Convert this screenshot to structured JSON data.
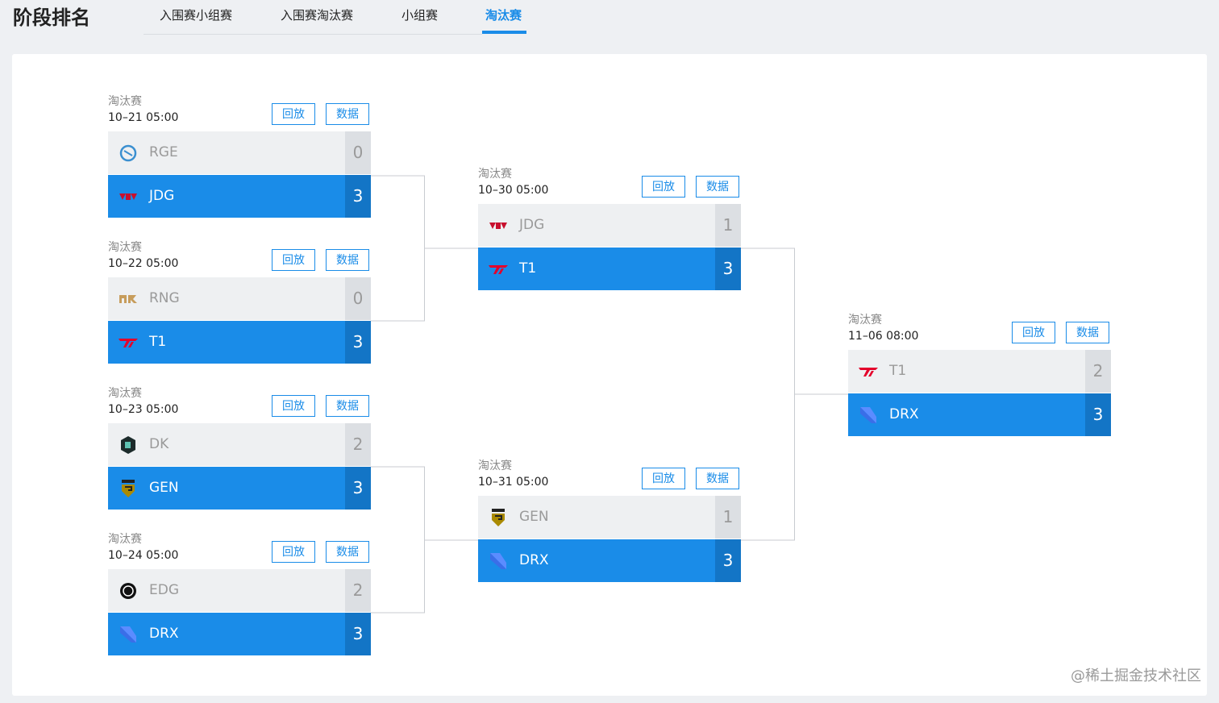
{
  "header": {
    "title": "阶段排名",
    "tabs": [
      {
        "label": "入围赛小组赛",
        "active": false
      },
      {
        "label": "入围赛淘汰赛",
        "active": false
      },
      {
        "label": "小组赛",
        "active": false
      },
      {
        "label": "淘汰赛",
        "active": true
      }
    ]
  },
  "bracket": {
    "buttons": {
      "replay": "回放",
      "data": "数据"
    },
    "matches": [
      {
        "stage": "淘汰赛",
        "time": "10–21 05:00",
        "teams": [
          {
            "name": "RGE",
            "score": "0",
            "logo": "rge-logo"
          },
          {
            "name": "JDG",
            "score": "3",
            "logo": "jdg-logo"
          }
        ]
      },
      {
        "stage": "淘汰赛",
        "time": "10–22 05:00",
        "teams": [
          {
            "name": "RNG",
            "score": "0",
            "logo": "rng-logo"
          },
          {
            "name": "T1",
            "score": "3",
            "logo": "t1-logo"
          }
        ]
      },
      {
        "stage": "淘汰赛",
        "time": "10–23 05:00",
        "teams": [
          {
            "name": "DK",
            "score": "2",
            "logo": "dk-logo"
          },
          {
            "name": "GEN",
            "score": "3",
            "logo": "gen-logo"
          }
        ]
      },
      {
        "stage": "淘汰赛",
        "time": "10–24 05:00",
        "teams": [
          {
            "name": "EDG",
            "score": "2",
            "logo": "edg-logo"
          },
          {
            "name": "DRX",
            "score": "3",
            "logo": "drx-logo"
          }
        ]
      },
      {
        "stage": "淘汰赛",
        "time": "10–30 05:00",
        "teams": [
          {
            "name": "JDG",
            "score": "1",
            "logo": "jdg-logo"
          },
          {
            "name": "T1",
            "score": "3",
            "logo": "t1-logo"
          }
        ]
      },
      {
        "stage": "淘汰赛",
        "time": "10–31 05:00",
        "teams": [
          {
            "name": "GEN",
            "score": "1",
            "logo": "gen-logo"
          },
          {
            "name": "DRX",
            "score": "3",
            "logo": "drx-logo"
          }
        ]
      },
      {
        "stage": "淘汰赛",
        "time": "11–06 08:00",
        "teams": [
          {
            "name": "T1",
            "score": "2",
            "logo": "t1-logo"
          },
          {
            "name": "DRX",
            "score": "3",
            "logo": "drx-logo"
          }
        ]
      }
    ]
  },
  "colors": {
    "accent": "#1a8ce8",
    "accent_dark": "#1375c6",
    "loser_bg": "#eef0f2"
  },
  "watermark": "@稀土掘金技术社区"
}
